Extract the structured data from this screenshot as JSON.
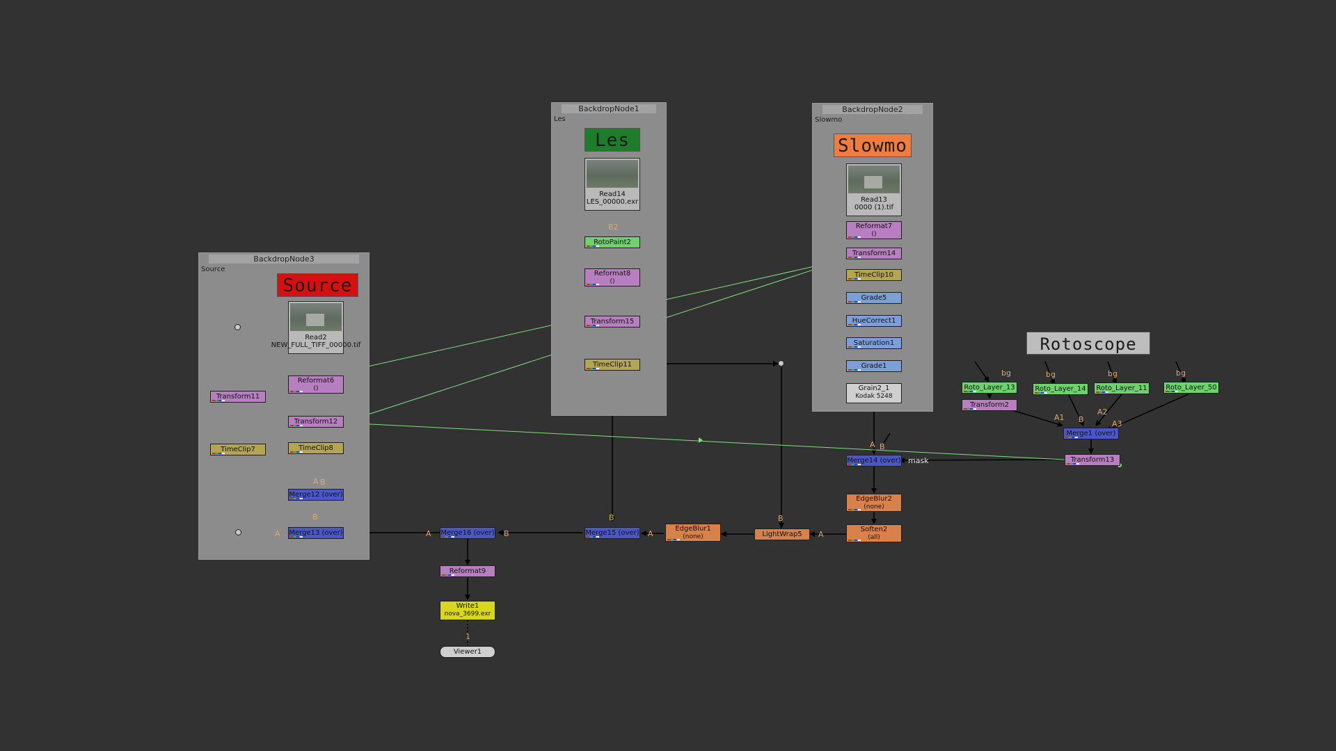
{
  "backdrops": {
    "bd1": {
      "title": "BackdropNode1",
      "label": "Les",
      "sticker": "Les"
    },
    "bd2": {
      "title": "BackdropNode2",
      "label": "Slowmo",
      "sticker": "Slowmo"
    },
    "bd3": {
      "title": "BackdropNode3",
      "label": "Source",
      "sticker": "Source"
    }
  },
  "sticker_roto": "Rotoscope",
  "reads": {
    "read14": {
      "name": "Read14",
      "file": "LES_00000.exr"
    },
    "read13": {
      "name": "Read13",
      "file": "0000 (1).tif"
    },
    "read2": {
      "name": "Read2",
      "file": "NEW_FULL_TIFF_00000.tif"
    }
  },
  "nodes": {
    "rotopaint2": "RotoPaint2",
    "reformat8": "Reformat8",
    "reformat8_sub": "()",
    "transform15": "Transform15",
    "timeclip11": "TimeClip11",
    "reformat7": "Reformat7",
    "reformat7_sub": "()",
    "transform14": "Transform14",
    "timeclip10": "TimeClip10",
    "grade5": "Grade5",
    "huecorrect1": "HueCorrect1",
    "saturation1": "Saturation1",
    "grade1": "Grade1",
    "grain": "Grain2_1",
    "grain_sub": "Kodak 5248",
    "transform11": "Transform11",
    "reformat6": "Reformat6",
    "reformat6_sub": "()",
    "transform12": "Transform12",
    "timeclip8": "TimeClip8",
    "timeclip7": "TimeClip7",
    "merge12": "Merge12 (over)",
    "merge13": "Merge13 (over)",
    "merge16": "Merge16 (over)",
    "merge15": "Merge15 (over)",
    "edgeblur1": "EdgeBlur1",
    "edgeblur1_sub": "(none)",
    "lightwrap5": "LightWrap5",
    "soften2": "Soften2",
    "soften2_sub": "(all)",
    "edgeblur2": "EdgeBlur2",
    "edgeblur2_sub": "(none)",
    "merge14": "Merge14 (over)",
    "reformat9": "Reformat9",
    "write1": "Write1",
    "write1_sub": "nova_3699.exr",
    "viewer1": "Viewer1",
    "roto13": "Roto_Layer_13",
    "roto14": "Roto_Layer_14",
    "roto11": "Roto_Layer_11",
    "roto50": "Roto_Layer_50",
    "transform2": "Transform2",
    "merge1": "Merge1 (over)",
    "transform13": "Transform13"
  },
  "labels": {
    "bg": "bg",
    "a": "A",
    "b": "B",
    "a1": "A1",
    "a2": "A2",
    "a3": "A3",
    "mask": "mask",
    "one": "1",
    "b2": "B2"
  },
  "colors": {
    "background": "#323232",
    "backdrop": "#8c8c8c",
    "transform": "#b77fc0",
    "grade": "#7c9fd8",
    "timeclip": "#b3a552",
    "merge": "#4b56c7",
    "filter": "#d8814a",
    "roto": "#6ed16e",
    "write": "#d7d71b",
    "link": "#7ee37e"
  }
}
